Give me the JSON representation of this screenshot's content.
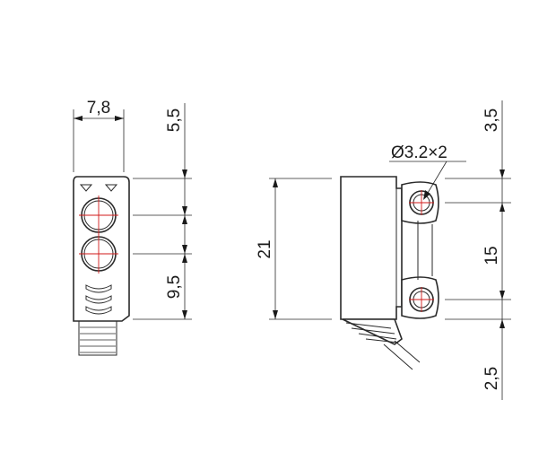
{
  "front_view": {
    "width_label": "7,8",
    "top_offset_label": "5,5",
    "bottom_offset_label": "9,5"
  },
  "side_view": {
    "hole_label": "Ø3.2×2",
    "height_label": "21",
    "top_offset_label": "3,5",
    "hole_spacing_label": "15",
    "bottom_offset_label": "2,5"
  },
  "colors": {
    "line": "#2a2a2a",
    "centerline": "#d11a1a"
  }
}
